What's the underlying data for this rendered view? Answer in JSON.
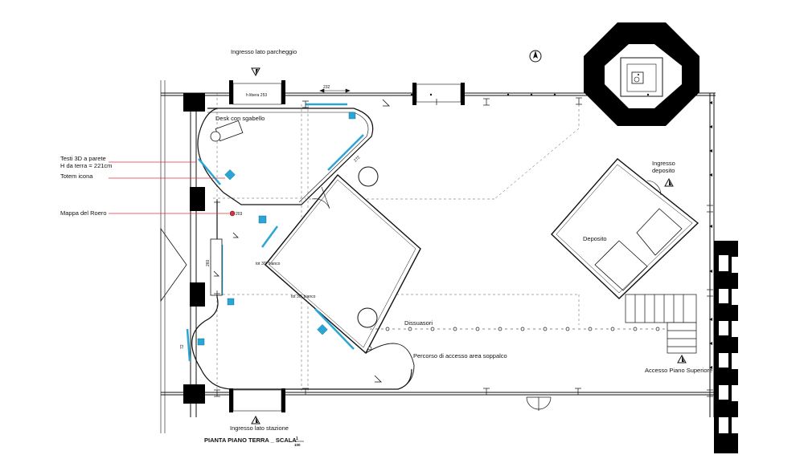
{
  "title": {
    "main": "PIANTA PIANO TERRA _ SCALA",
    "scale_num": "1",
    "scale_den": "100"
  },
  "labels": {
    "ingresso_parcheggio": "Ingresso lato parcheggio",
    "ingresso_stazione": "Ingresso lato stazione",
    "desk": "Desk con sgabello",
    "testi3d_l1": "Testi 3D a parete",
    "testi3d_l2": "H da terra = 221cm",
    "totem": "Totem icona",
    "mappa": "Mappa del Roero",
    "dissuasori": "Dissuasori",
    "percorso": "Percorso di accesso area soppalco",
    "ingresso_deposito_l1": "Ingresso",
    "ingresso_deposito_l2": "deposito",
    "deposito": "Deposito",
    "accesso_piano": "Accesso Piano Superiore"
  },
  "small_labels": {
    "door_top": "h libera 253",
    "dim_232": "232",
    "dim_272": "272",
    "dim_260": "260",
    "dim_203": "203",
    "dim_72": "72",
    "tot_a": "tot 30\" bianco",
    "tot_b": "tot 30\" bianco"
  },
  "colors": {
    "line": "#111111",
    "cyan": "#2aa6d6",
    "red": "#e03040",
    "wall": "#000000"
  },
  "icons": [
    "north-arrow-icon",
    "wheelchair-icon",
    "entrance-triangle-icon"
  ]
}
